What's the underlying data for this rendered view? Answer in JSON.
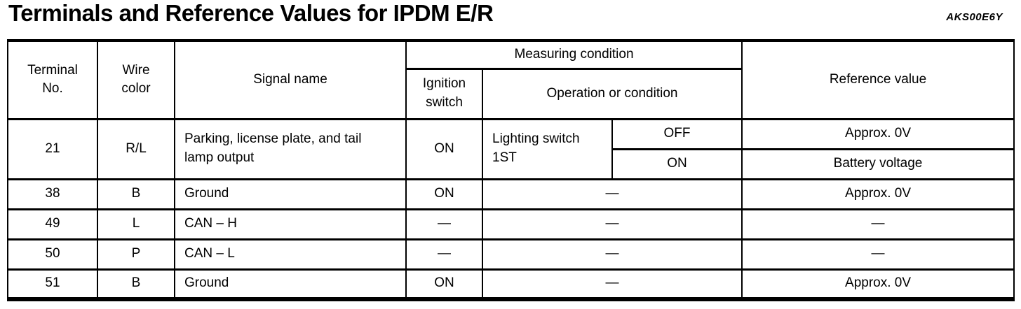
{
  "page": {
    "title": "Terminals and Reference Values for IPDM E/R",
    "doc_code": "AKS00E6Y"
  },
  "table": {
    "headers": {
      "terminal": "Terminal\nNo.",
      "wire": "Wire\ncolor",
      "signal": "Signal name",
      "measuring": "Measuring condition",
      "ignition": "Ignition\nswitch",
      "operation": "Operation or condition",
      "reference": "Reference value"
    },
    "rows": [
      {
        "terminal": "21",
        "wire": "R/L",
        "signal": "Parking, license plate, and tail lamp output",
        "ignition": "ON",
        "operation_group": "Lighting switch\n1ST",
        "sub_rows": [
          {
            "operation": "OFF",
            "reference": "Approx. 0V"
          },
          {
            "operation": "ON",
            "reference": "Battery voltage"
          }
        ]
      },
      {
        "terminal": "38",
        "wire": "B",
        "signal": "Ground",
        "ignition": "ON",
        "operation": "—",
        "reference": "Approx. 0V"
      },
      {
        "terminal": "49",
        "wire": "L",
        "signal": "CAN – H",
        "ignition": "—",
        "operation": "—",
        "reference": "—"
      },
      {
        "terminal": "50",
        "wire": "P",
        "signal": "CAN – L",
        "ignition": "—",
        "operation": "—",
        "reference": "—"
      },
      {
        "terminal": "51",
        "wire": "B",
        "signal": "Ground",
        "ignition": "ON",
        "operation": "—",
        "reference": "Approx. 0V"
      }
    ]
  }
}
